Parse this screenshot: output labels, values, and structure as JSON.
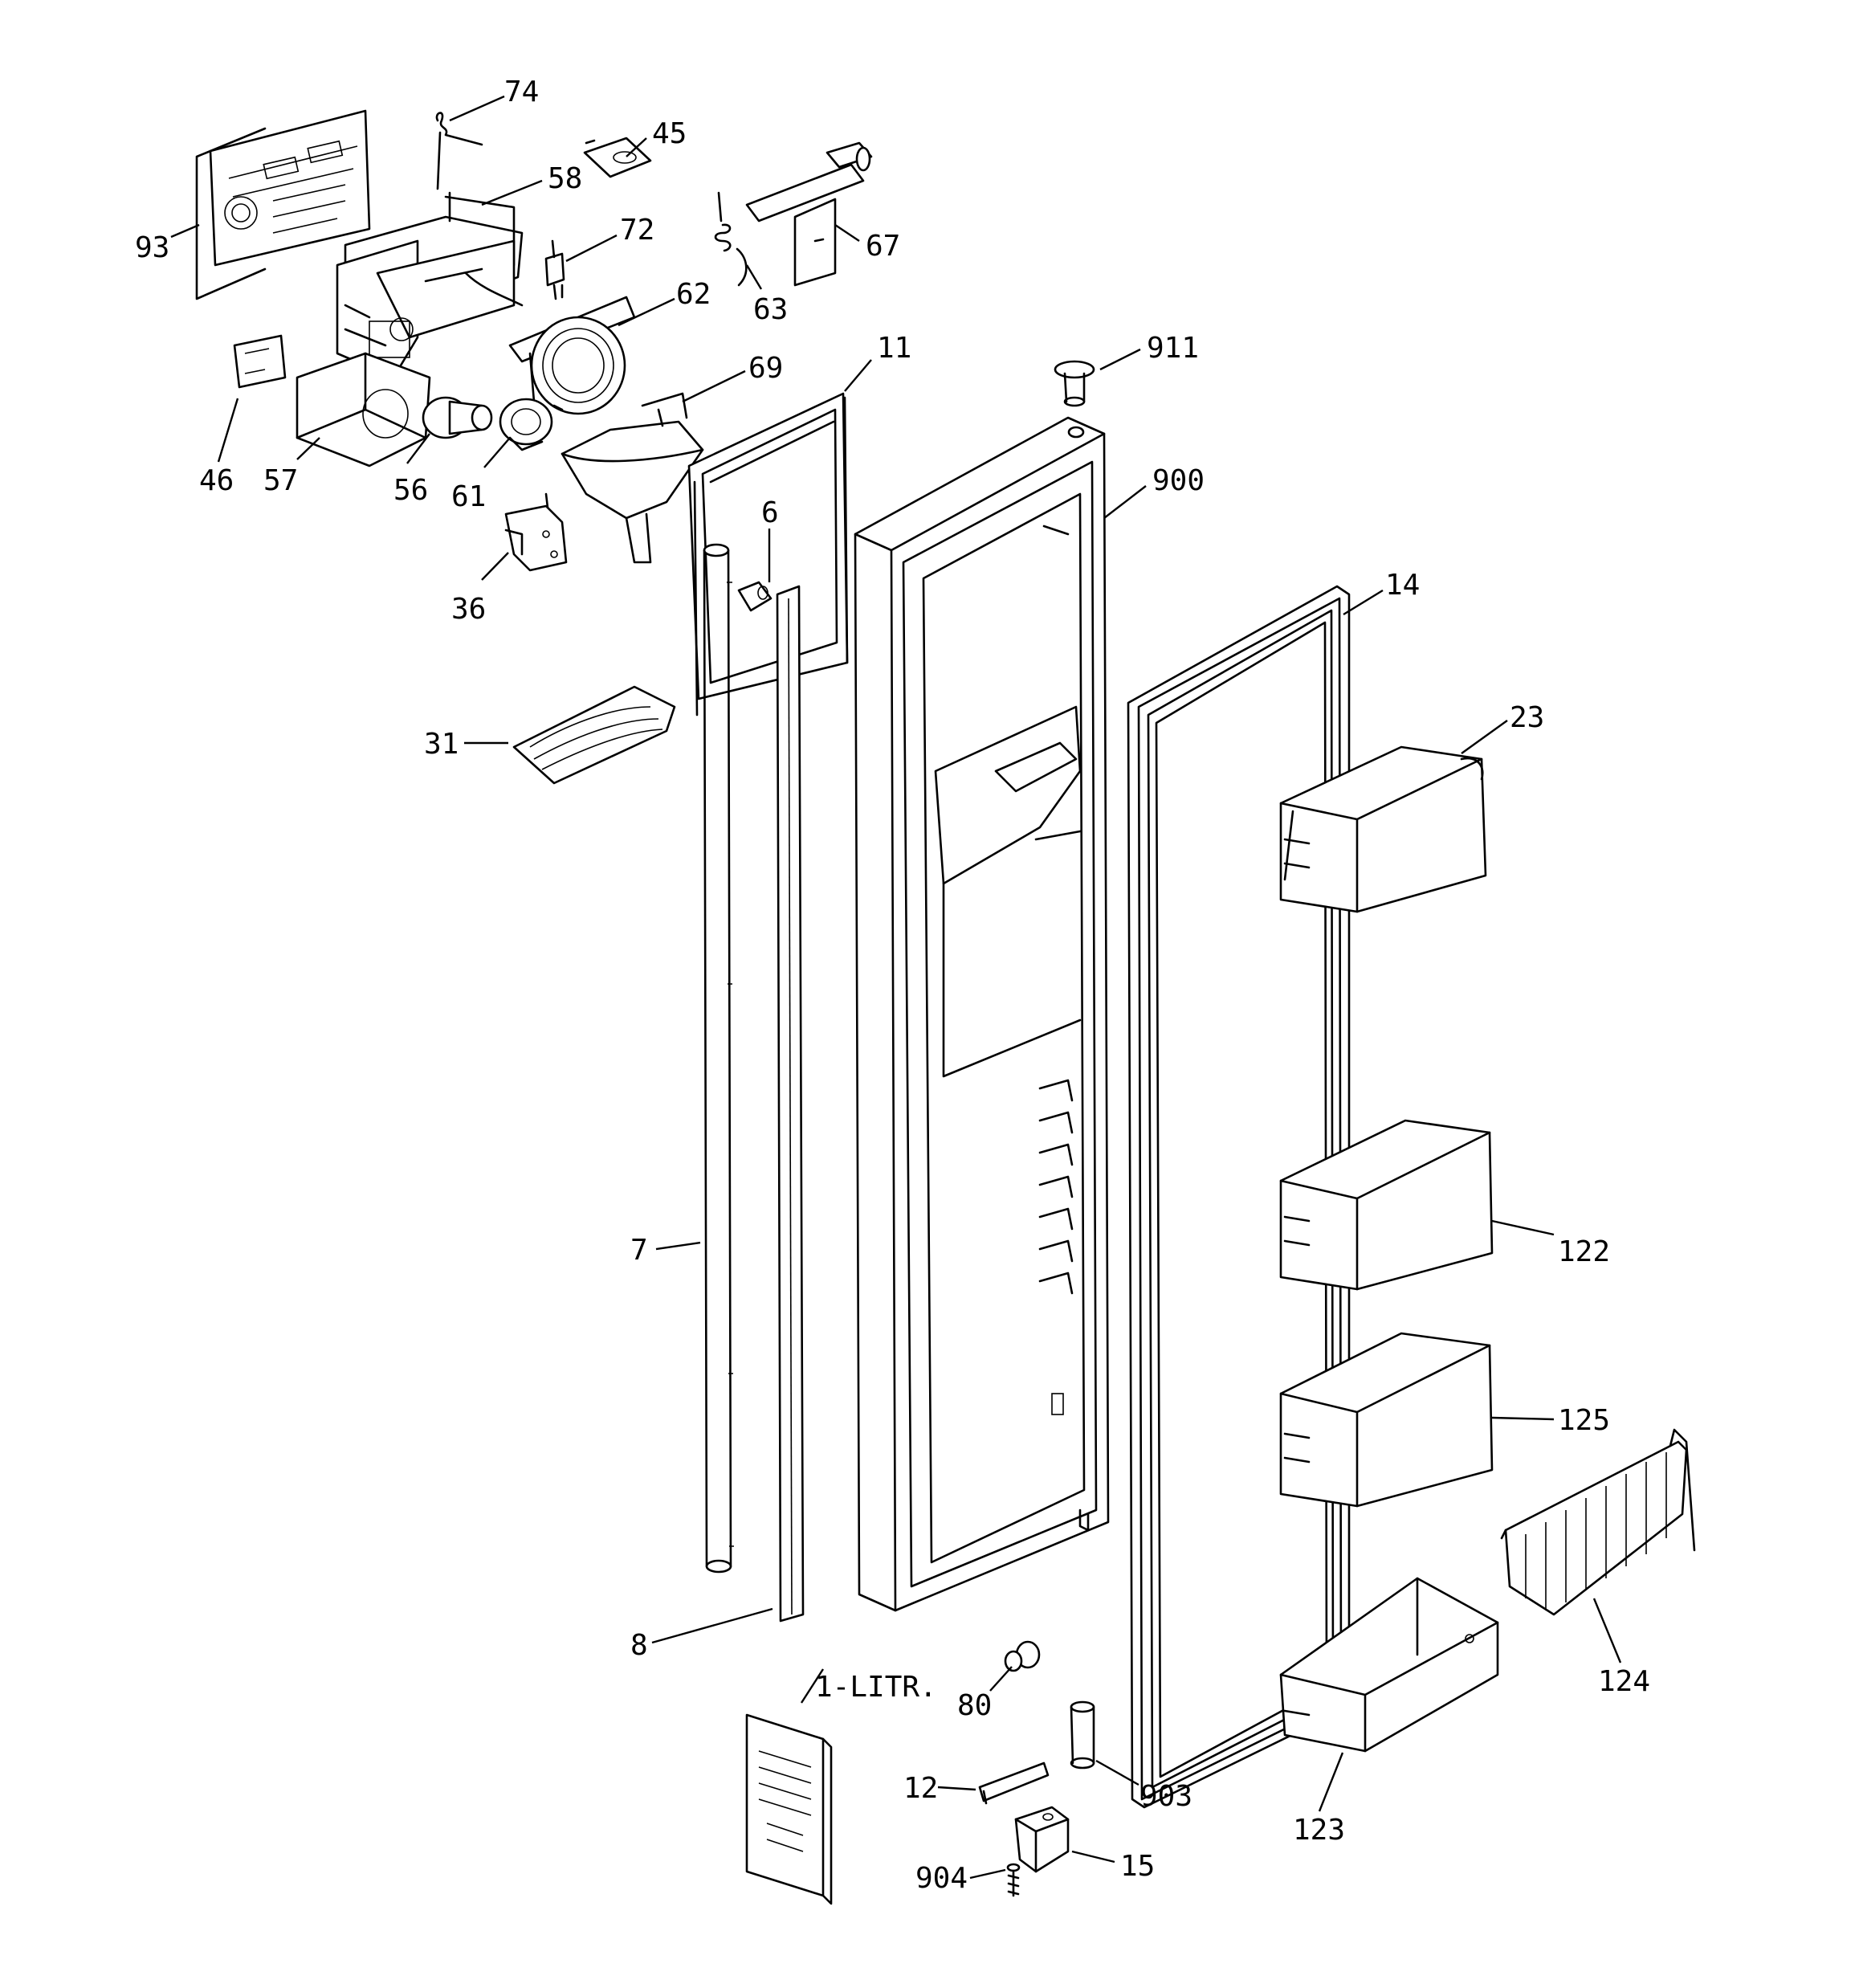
{
  "diagram": {
    "type": "exploded-parts-view",
    "labels": {
      "p74": "74",
      "p45": "45",
      "p58": "58",
      "p93": "93",
      "p72": "72",
      "p67": "67",
      "p63": "63",
      "p62": "62",
      "p911": "911",
      "p11": "11",
      "p69": "69",
      "p46": "46",
      "p57": "57",
      "p56": "56",
      "p61": "61",
      "p900": "900",
      "p6": "6",
      "p36": "36",
      "p14": "14",
      "p23": "23",
      "p31": "31",
      "p7": "7",
      "p122": "122",
      "p125": "125",
      "p124": "124",
      "p8": "8",
      "p1litr": "1-LITR.",
      "p80": "80",
      "p12": "12",
      "p903": "903",
      "p123": "123",
      "p904": "904",
      "p15": "15"
    }
  }
}
